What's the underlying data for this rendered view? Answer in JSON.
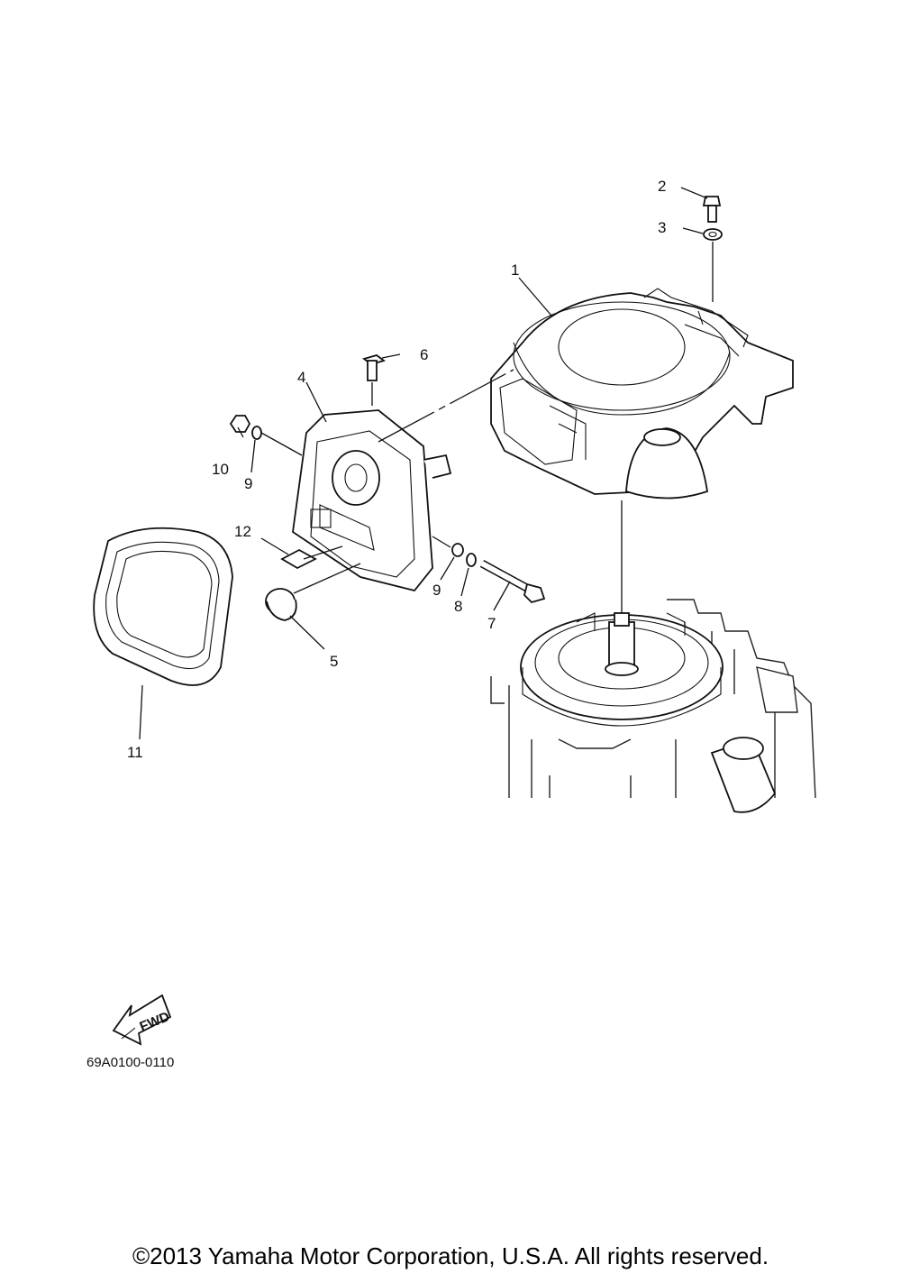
{
  "callouts": {
    "c1": "1",
    "c2": "2",
    "c3": "3",
    "c4": "4",
    "c5": "5",
    "c6": "6",
    "c7": "7",
    "c8": "8",
    "c9a": "9",
    "c9b": "9",
    "c10": "10",
    "c11": "11",
    "c12": "12"
  },
  "fwd_label": "FWD",
  "diagram_code": "69A0100-0110",
  "copyright": "©2013 Yamaha Motor Corporation, U.S.A. All rights reserved."
}
